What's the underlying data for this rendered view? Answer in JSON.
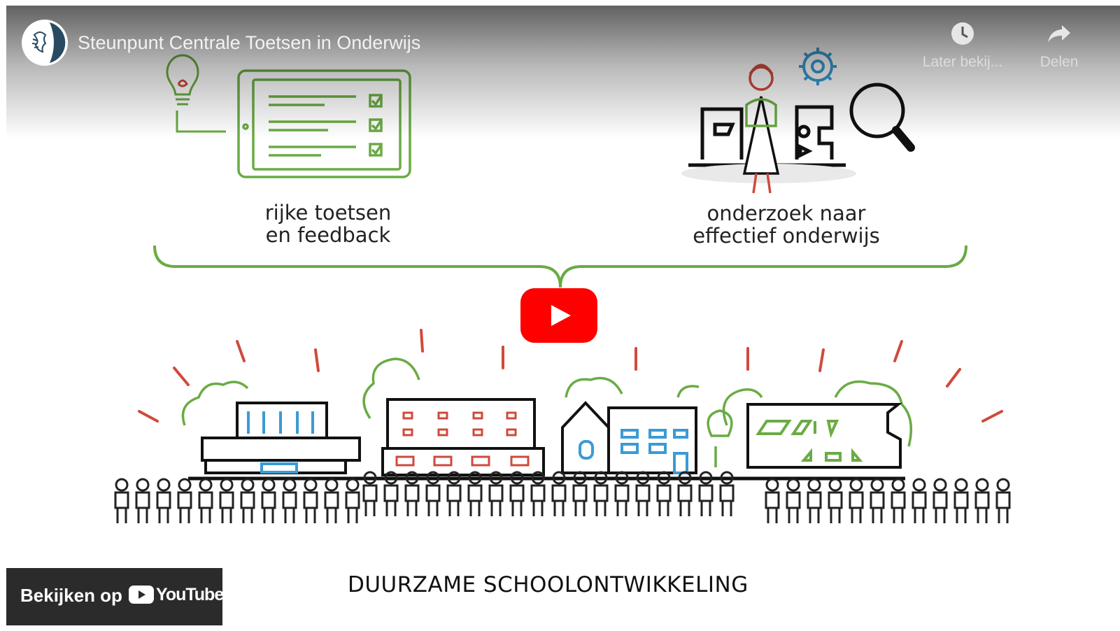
{
  "video": {
    "title": "Steunpunt Centrale Toetsen in Onderwijs"
  },
  "actions": {
    "watch_later_label": "Later bekij...",
    "share_label": "Delen"
  },
  "illustration": {
    "left_label_line1": "rijke toetsen",
    "left_label_line2": "en feedback",
    "right_label_line1": "onderzoek naar",
    "right_label_line2": "effectief onderwijs",
    "caption": "DUURZAME SCHOOLONTWIKKELING"
  },
  "watch_on": {
    "label": "Bekijken op",
    "brand": "YouTube"
  },
  "colors": {
    "green": "#6aab45",
    "red": "#cf4a3c",
    "blue": "#3a9bd5",
    "youtube_red": "#ff0000"
  }
}
